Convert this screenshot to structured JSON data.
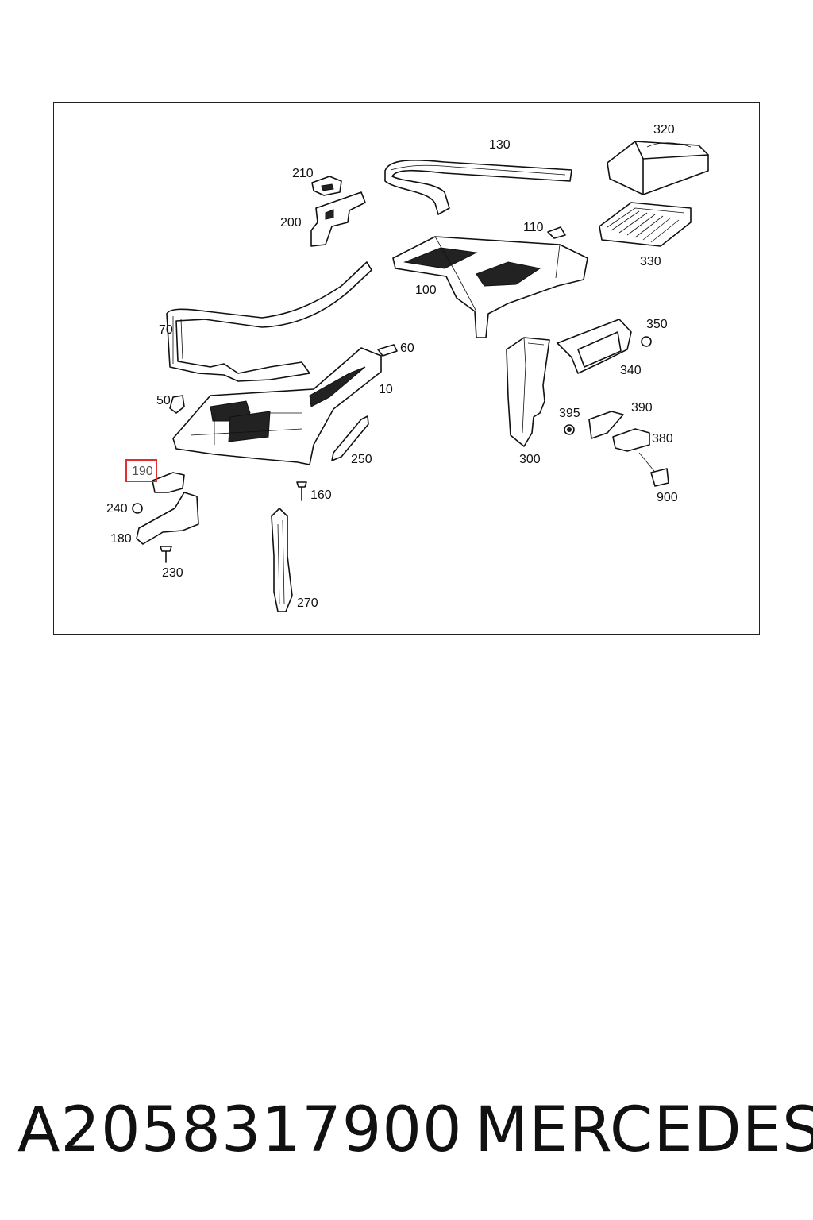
{
  "diagram": {
    "callouts": [
      {
        "id": "10",
        "label": "10"
      },
      {
        "id": "50",
        "label": "50"
      },
      {
        "id": "60",
        "label": "60"
      },
      {
        "id": "70",
        "label": "70"
      },
      {
        "id": "100",
        "label": "100"
      },
      {
        "id": "110",
        "label": "110"
      },
      {
        "id": "130",
        "label": "130"
      },
      {
        "id": "160",
        "label": "160"
      },
      {
        "id": "180",
        "label": "180"
      },
      {
        "id": "190",
        "label": "190",
        "highlighted": true
      },
      {
        "id": "200",
        "label": "200"
      },
      {
        "id": "210",
        "label": "210"
      },
      {
        "id": "230",
        "label": "230"
      },
      {
        "id": "240",
        "label": "240"
      },
      {
        "id": "250",
        "label": "250"
      },
      {
        "id": "270",
        "label": "270"
      },
      {
        "id": "300",
        "label": "300"
      },
      {
        "id": "320",
        "label": "320"
      },
      {
        "id": "330",
        "label": "330"
      },
      {
        "id": "340",
        "label": "340"
      },
      {
        "id": "350",
        "label": "350"
      },
      {
        "id": "380",
        "label": "380"
      },
      {
        "id": "390",
        "label": "390"
      },
      {
        "id": "395",
        "label": "395"
      },
      {
        "id": "900",
        "label": "900"
      }
    ],
    "highlight_color": "#e03030"
  },
  "footer": {
    "part_number": "A2058317900",
    "brand": "MERCEDES"
  }
}
